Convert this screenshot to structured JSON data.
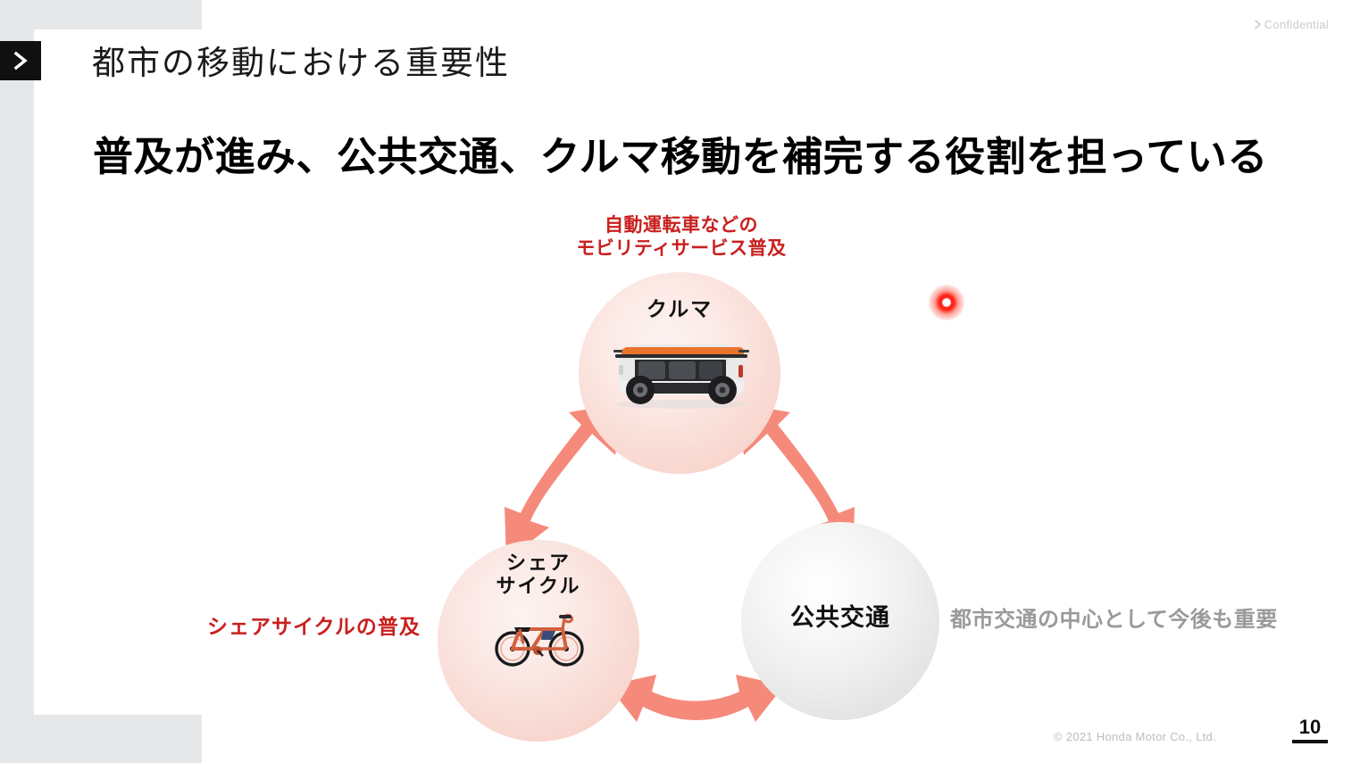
{
  "slide": {
    "confidential": "Confidential",
    "confidential_icon": "chevron-right-icon",
    "nav_icon": "chevron-right-icon",
    "page_title": "都市の移動における重要性",
    "headline": "普及が進み、公共交通、クルマ移動を補完する役割を担っている",
    "copyright": "© 2021 Honda Motor Co., Ltd.",
    "page_number": "10"
  },
  "diagram": {
    "type": "cycle-diagram",
    "nodes": [
      {
        "id": "car",
        "label": "クルマ",
        "art": "autonomous-shuttle-image",
        "style": "pink-sphere"
      },
      {
        "id": "share-cycle",
        "label": "シェア\nサイクル",
        "label_line1": "シェア",
        "label_line2": "サイクル",
        "art": "bicycle-image",
        "style": "pink-sphere"
      },
      {
        "id": "public-transport",
        "label": "公共交通",
        "art": "none",
        "style": "gray-sphere"
      }
    ],
    "connectors": [
      {
        "id": "car-to-cycle",
        "style": "double-headed-curved-arrow"
      },
      {
        "id": "car-to-transit",
        "style": "double-headed-curved-arrow"
      },
      {
        "id": "cycle-to-transit",
        "style": "double-headed-curved-arrow"
      }
    ],
    "annotations": [
      {
        "id": "mobility-service",
        "line1": "自動運転車などの",
        "line2": "モビリティサービス普及",
        "color": "#c8201e"
      },
      {
        "id": "share-cycle-growth",
        "text": "シェアサイクルの普及",
        "color": "#c8201e"
      },
      {
        "id": "public-transport-note",
        "text": "都市交通の中心として今後も重要",
        "color": "#9a9a9d"
      }
    ],
    "marker": {
      "id": "cursor-dot",
      "color": "#ff1a0a"
    }
  },
  "colors": {
    "accent_red": "#c8201e",
    "arrow": "#f58a7b",
    "gray_text": "#9a9a9d",
    "frame_gray": "#e6e7e8",
    "car_roof_orange": "#e8742c"
  }
}
